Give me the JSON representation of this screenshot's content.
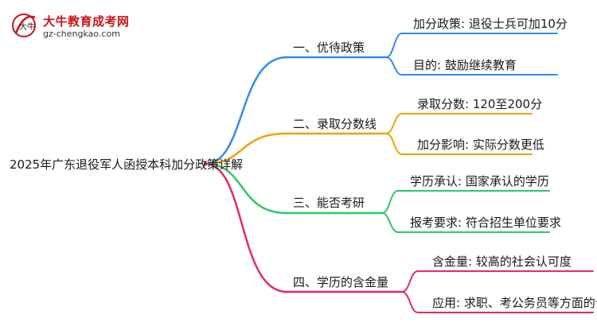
{
  "logo": {
    "name": "大牛教育成考网",
    "url": "gz-chengkao.com",
    "mark_char": "大牛",
    "color": "#c8141c"
  },
  "root": {
    "text": "2025年广东退役军人函授本科加分政策详解"
  },
  "branches": [
    {
      "label": "一、优待政策",
      "color": "#2f8cf0",
      "children": [
        "加分政策: 退役士兵可加10分",
        "目的: 鼓励继续教育"
      ]
    },
    {
      "label": "二、录取分数线",
      "color": "#f0a20a",
      "children": [
        "录取分数: 120至200分",
        "加分影响: 实际分数更低"
      ]
    },
    {
      "label": "三、能否考研",
      "color": "#2cc86a",
      "children": [
        "学历承认: 国家承认的学历",
        "报考要求: 符合招生单位要求"
      ]
    },
    {
      "label": "四、学历的含金量",
      "color": "#e6286e",
      "children": [
        "含金量: 较高的社会认可度",
        "应用: 求职、考公务员等方面的认可"
      ]
    }
  ]
}
